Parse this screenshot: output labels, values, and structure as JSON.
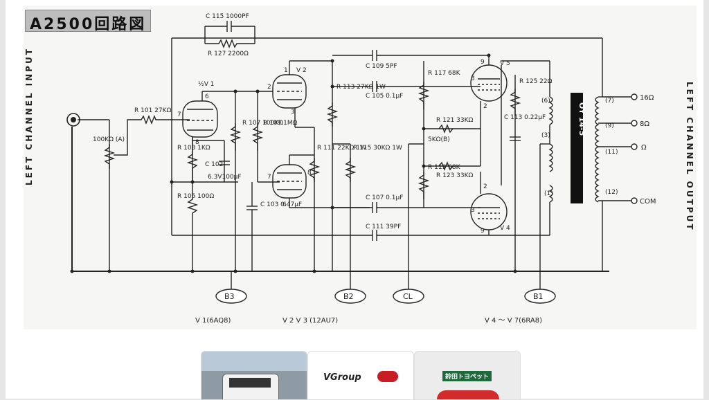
{
  "title": "A2500回路図",
  "side_labels": {
    "left": "LEFT CHANNEL INPUT",
    "right": "LEFT CHANNEL OUTPUT"
  },
  "components": {
    "c115": "C 115 1000PF",
    "r127": "R 127 2200Ω",
    "half_v1": "½V 1",
    "v2": "V 2",
    "v5": "V 5",
    "v4": "V 4",
    "r101": "R 101 27KΩ",
    "pot_a": "100KΩ (A)",
    "c109": "C 109 5PF",
    "c105": "C 105 0.1μF",
    "r113": "R 113 27KΩ 1W",
    "r117": "R 117 68K",
    "r121": "R 121 33KΩ",
    "c113": "C 113 0.22μF",
    "r125": "R 125 22Ω",
    "r103": "R 103 1KΩ",
    "c102": "C 102",
    "c102_val": "6.3V100μF",
    "r107": "R 107 100KΩ",
    "r109": "R 109 1MΩ",
    "r111": "R 111 22KΩ 1W",
    "r115": "R 115 30KΩ 1W",
    "pot_b": "5KΩ(B)",
    "r123": "R 123 33KΩ",
    "r119": "R 119 68K",
    "r105": "R 105 100Ω",
    "c103": "C 103 0.47μF",
    "c107": "C 107 0.1μF",
    "c111": "C 111 39PF",
    "transformer": "OY 14-5"
  },
  "pins": {
    "p1": "1",
    "p2": "2",
    "p3": "3",
    "p6": "6",
    "p7": "7",
    "p8": "8",
    "p9": "9"
  },
  "taps": {
    "t6": "(6)",
    "t3": "(3)",
    "t1": "(1)",
    "t7": "(7)",
    "t9": "(9)",
    "t11": "(11)",
    "t12": "(12)"
  },
  "outputs": {
    "o16": "16Ω",
    "o8": "8Ω",
    "o4": "Ω",
    "com": "COM"
  },
  "nodes": {
    "b3": "B3",
    "b2": "B2",
    "cl": "CL",
    "b1": "B1"
  },
  "tube_notes": {
    "v1": "V 1(6AQ8)",
    "v2v3": "V 2 V 3 (12AU7)",
    "v4v7": "V 4 ～ V 7(6RA8)"
  },
  "thumbnails": {
    "thumb2_text": "VGroup",
    "thumb3_text": "鈴田トヨペット"
  }
}
